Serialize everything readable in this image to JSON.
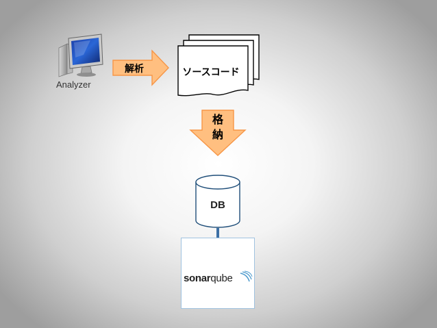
{
  "analyzer": {
    "label": "Analyzer",
    "icon": "computer-monitor-icon"
  },
  "analyze_arrow": {
    "label": "解析",
    "color": "#ffbf80",
    "stroke": "#f79646"
  },
  "source_code": {
    "label": "ソースコード"
  },
  "store_arrow": {
    "chars": [
      "格",
      "納"
    ],
    "color": "#ffbf80",
    "stroke": "#f79646"
  },
  "database": {
    "label": "DB"
  },
  "sonarqube": {
    "logo_bold": "sonar",
    "logo_light": "qube",
    "accent": "#4e9bcd"
  }
}
